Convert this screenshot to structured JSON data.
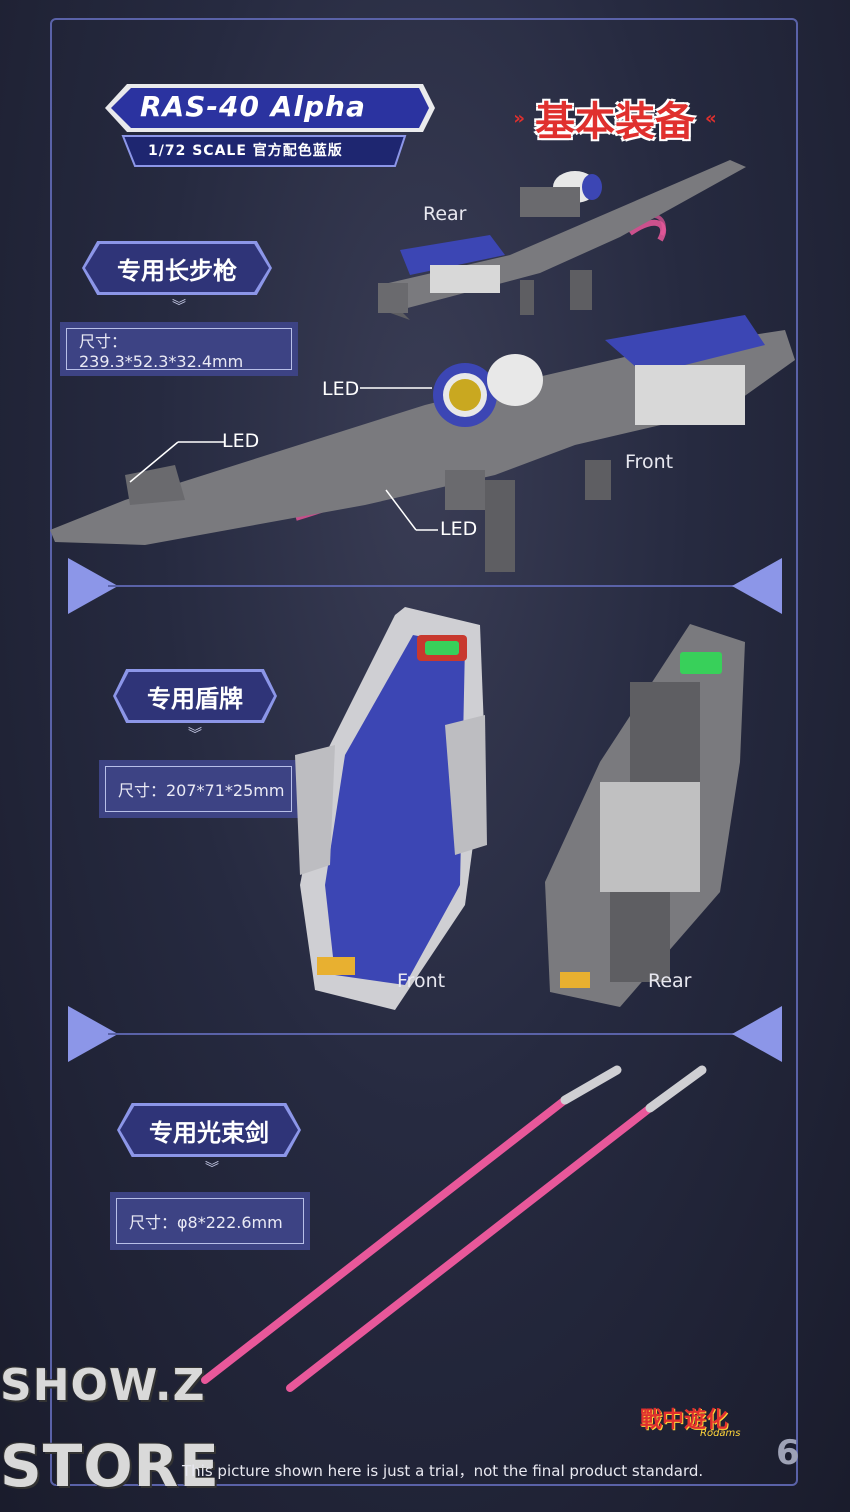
{
  "header": {
    "title": "RAS-40 Alpha",
    "subtitle": "1/72  SCALE  官方配色蓝版",
    "section_title": "基本装备",
    "arrows_left": "»",
    "arrows_right": "«"
  },
  "sections": {
    "rifle": {
      "name": "专用长步枪",
      "dimensions": "尺寸：239.3*52.3*32.4mm",
      "view_rear": "Rear",
      "view_front": "Front",
      "led_1": "LED",
      "led_2": "LED",
      "led_3": "LED"
    },
    "shield": {
      "name": "专用盾牌",
      "dimensions": "尺寸：207*71*25mm",
      "view_front": "Front",
      "view_rear": "Rear"
    },
    "saber": {
      "name": "专用光束剑",
      "dimensions": "尺寸：φ8*222.6mm"
    }
  },
  "footer": {
    "disclaimer": "This picture shown here is just a trial，not the final product standard.",
    "page_number": "6",
    "watermark_line1": "SHOW.Z",
    "watermark_line2": "STORE",
    "brand_logo": "戰中遊化",
    "brand_sub": "Rodams"
  },
  "colors": {
    "frame": "#5a62a8",
    "pill_bg": "#2f3478",
    "accent_red": "#e0302e",
    "beam_pink": "#e8589a",
    "armor_blue": "#3c46b4",
    "armor_grey": "#6e6e72"
  }
}
